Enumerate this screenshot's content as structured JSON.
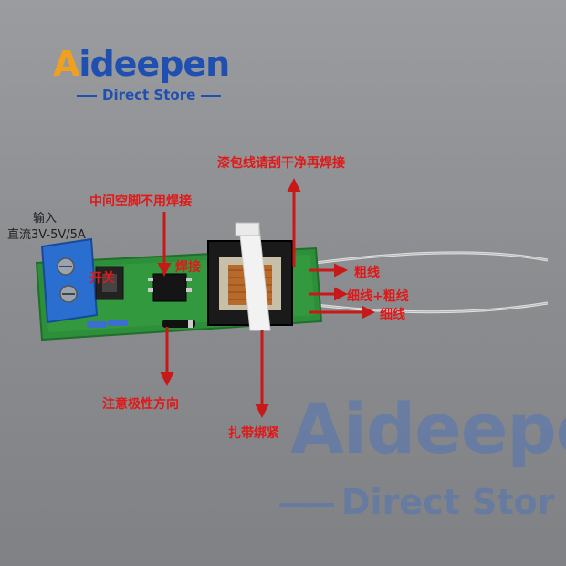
{
  "brand": {
    "logo_letter": "A",
    "logo_rest": "ideepen",
    "tagline": "Direct Store"
  },
  "watermark": {
    "text": "Aideepen",
    "tagline": "Direct Stor"
  },
  "labels": {
    "input_title": "输入",
    "input_spec": "直流3V-5V/5A",
    "middle_pin": "中间空脚不用焊接",
    "enamel_wire": "漆包线请刮干净再焊接",
    "switch": "开关",
    "solder": "焊接",
    "thick_wire": "粗线",
    "thin_thick_wire": "细线+粗线",
    "thin_wire": "细线",
    "polarity": "注意极性方向",
    "cable_tie": "扎带绑紧"
  },
  "colors": {
    "brand_blue": "#1f4fb0",
    "brand_orange": "#f0a020",
    "annotation_red": "#e01818",
    "pcb_green": "#2e8f3a",
    "terminal_blue": "#2a6fd0"
  }
}
